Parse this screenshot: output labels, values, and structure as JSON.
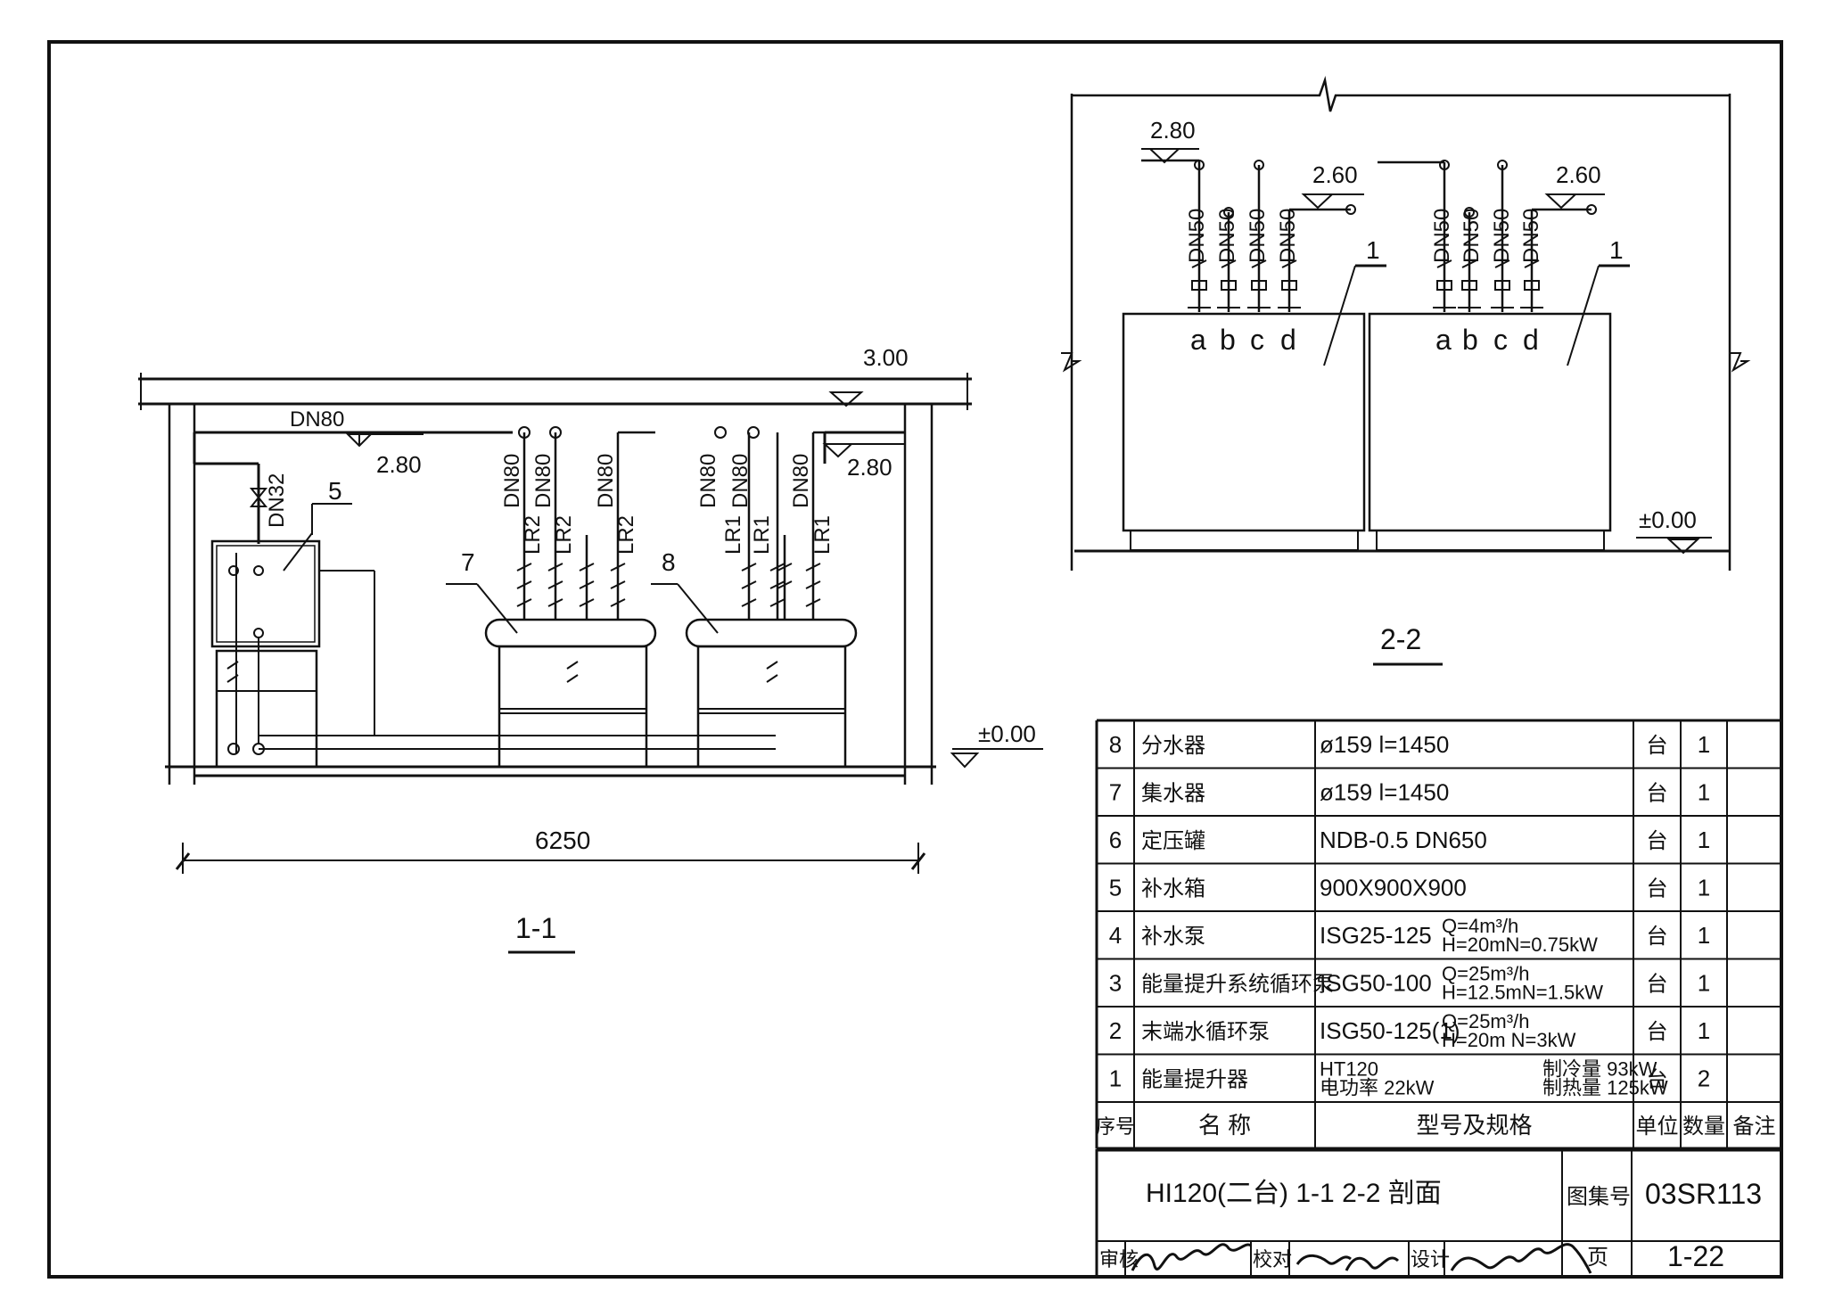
{
  "section_1_1": {
    "elevations": {
      "top": "3.00",
      "pipe_left": "2.80",
      "pipe_right": "2.80",
      "floor": "±0.00"
    },
    "pipe_labels": {
      "main": "DN80",
      "makeup": "DN32",
      "r_group": "DN80",
      "l_group": "DN80",
      "r_line": "LR2",
      "l_line": "LR1"
    },
    "callouts": {
      "tank": "5",
      "collector": "7",
      "distributor": "8"
    },
    "dimension": "6250",
    "title": "1-1"
  },
  "section_2_2": {
    "elevations": {
      "left": "2.80",
      "mid": "2.60",
      "right": "2.60",
      "floor": "±0.00"
    },
    "pipe_label": "DN50",
    "ports": [
      "a",
      "b",
      "c",
      "d"
    ],
    "callout": "1",
    "title": "2-2"
  },
  "equipment_table": {
    "header": {
      "no": "序号",
      "name": "名 称",
      "spec": "型号及规格",
      "unit": "单位",
      "qty": "数量",
      "remark": "备注"
    },
    "rows": [
      {
        "no": "8",
        "name": "分水器",
        "spec": "ø159 l=1450",
        "spec2": "",
        "unit": "台",
        "qty": "1"
      },
      {
        "no": "7",
        "name": "集水器",
        "spec": "ø159 l=1450",
        "spec2": "",
        "unit": "台",
        "qty": "1"
      },
      {
        "no": "6",
        "name": "定压罐",
        "spec": "NDB-0.5 DN650",
        "spec2": "",
        "unit": "台",
        "qty": "1"
      },
      {
        "no": "5",
        "name": "补水箱",
        "spec": "900X900X900",
        "spec2": "",
        "unit": "台",
        "qty": "1"
      },
      {
        "no": "4",
        "name": "补水泵",
        "spec": "ISG25-125",
        "spec2": "Q=4m³/h|H=20mN=0.75kW",
        "unit": "台",
        "qty": "1"
      },
      {
        "no": "3",
        "name": "能量提升系统循环泵",
        "spec": "ISG50-100",
        "spec2": "Q=25m³/h|H=12.5mN=1.5kW",
        "unit": "台",
        "qty": "1"
      },
      {
        "no": "2",
        "name": "末端水循环泵",
        "spec": "ISG50-125(1)",
        "spec2": "Q=25m³/h|H=20m N=3kW",
        "unit": "台",
        "qty": "1"
      },
      {
        "no": "1",
        "name": "能量提升器",
        "spec": "HT120|电功率 22kW",
        "spec2": "制冷量 93kW|制热量 125kW",
        "unit": "台",
        "qty": "2"
      }
    ]
  },
  "title_block": {
    "drawing_title": "HI120(二台) 1-1 2-2 剖面",
    "atlas_label": "图集号",
    "atlas_no": "03SR113",
    "page_label": "页",
    "page_no": "1-22",
    "review_label": "审核",
    "check_label": "校对",
    "design_label": "设计"
  }
}
